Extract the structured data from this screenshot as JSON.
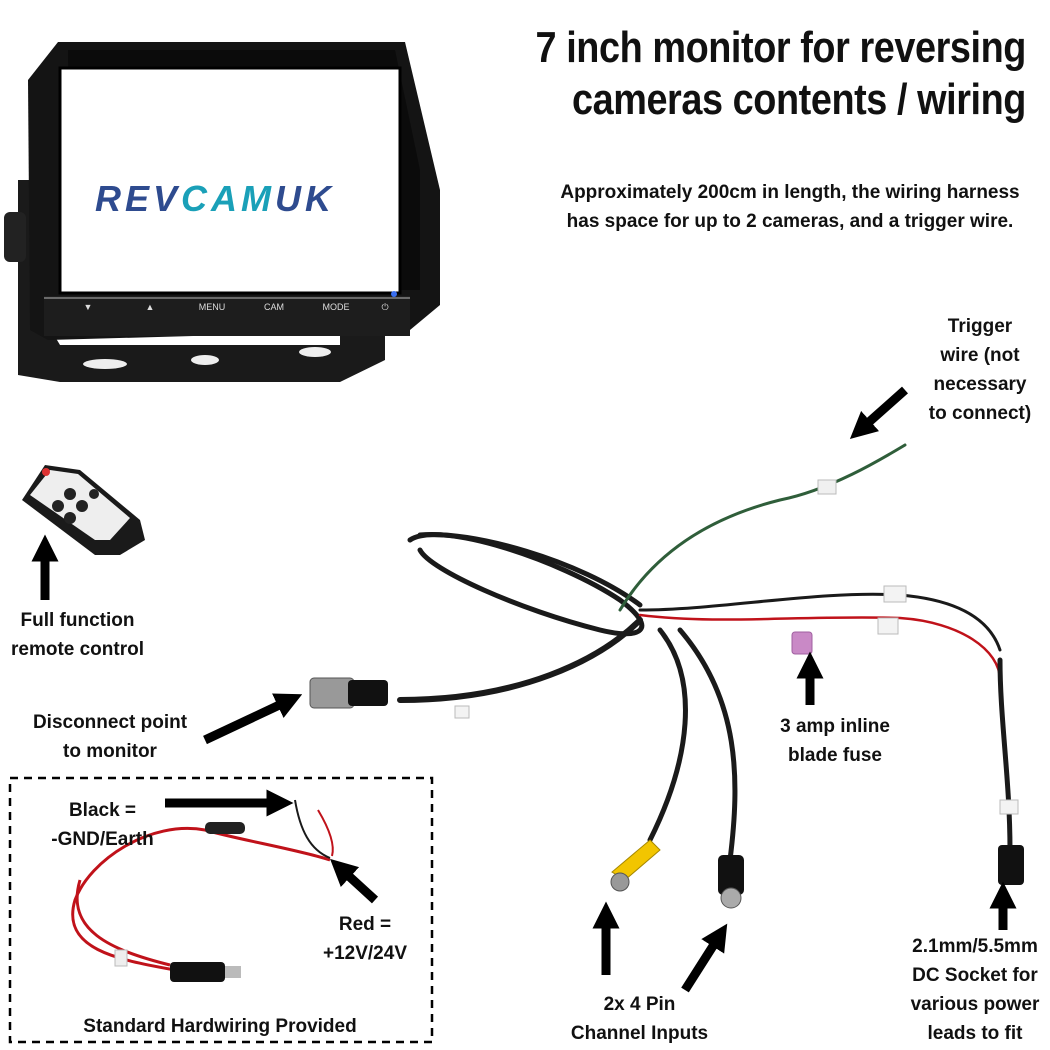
{
  "title_line1": "7 inch monitor for reversing",
  "title_line2": "cameras contents / wiring",
  "subtitle": "Approximately 200cm in length, the wiring harness has space for up to 2 cameras, and a trigger wire.",
  "monitor": {
    "brand_part1": "REV",
    "brand_part2": "CAM",
    "brand_part3": "UK",
    "buttons": [
      "▼",
      "▲",
      "MENU",
      "CAM",
      "MODE",
      "⏻"
    ]
  },
  "labels": {
    "trigger": [
      "Trigger",
      "wire (not",
      "necessary",
      "to connect)"
    ],
    "remote": [
      "Full function",
      "remote control"
    ],
    "disconnect": [
      "Disconnect point",
      "to monitor"
    ],
    "fuse": [
      "3 amp inline",
      "blade fuse"
    ],
    "black": [
      "Black =",
      "-GND/Earth"
    ],
    "red": [
      "Red =",
      "+12V/24V"
    ],
    "hardwiring": "Standard Hardwiring Provided",
    "channel": [
      "2x 4 Pin",
      "Channel Inputs"
    ],
    "dc": [
      "2.1mm/5.5mm",
      "DC Socket for",
      "various power",
      "leads to fit"
    ]
  },
  "colors": {
    "accent_blue": "#2e4b8f",
    "accent_teal": "#1aa0b8",
    "rca_yellow": "#f2c500",
    "fuse_pink": "#c989c6",
    "wire_red": "#c0121a",
    "wire_green": "#2f5e3a"
  },
  "icons": {
    "arrow": "black-arrow-icon",
    "remote": "remote-control-icon",
    "monitor": "monitor-icon"
  }
}
